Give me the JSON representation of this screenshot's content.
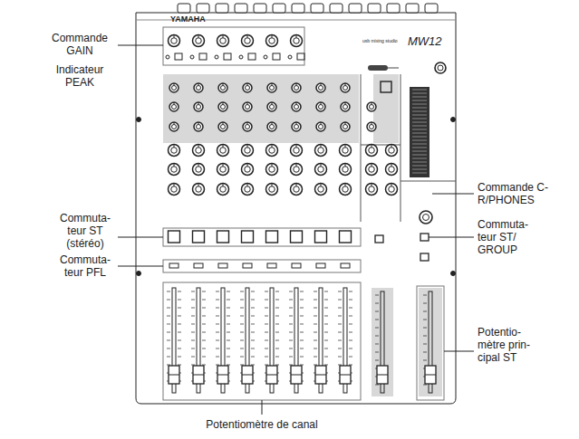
{
  "diagram": {
    "labels": [
      "Commande GAIN",
      "Indicateur PEAK",
      "Commuta- teur ST (stéréo)",
      "Commuta- teur PFL",
      "Potentiomètre de canal",
      "Commande C- R/PHONES",
      "Commuta- teur ST/ GROUP",
      "Potentio- mètre prin- cipal ST",
      "YAMAHA",
      "usb mixing studio",
      "MW12"
    ]
  }
}
